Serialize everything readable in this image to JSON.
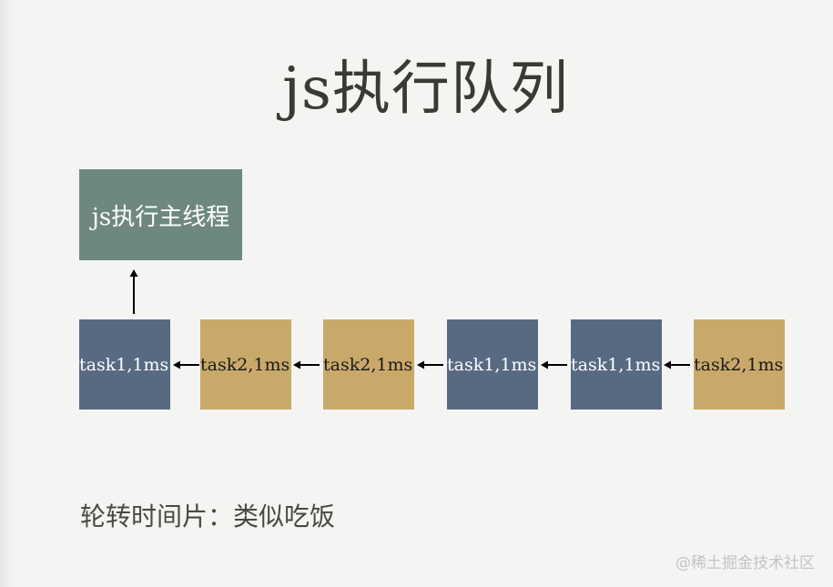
{
  "title": "js执行队列",
  "main_thread_label": "js执行主线程",
  "tasks": [
    {
      "label": "task1,1ms",
      "kind": "task1",
      "color": "#586a82"
    },
    {
      "label": "task2,1ms",
      "kind": "task2",
      "color": "#c9a96a"
    },
    {
      "label": "task2,1ms",
      "kind": "task2",
      "color": "#c9a96a"
    },
    {
      "label": "task1,1ms",
      "kind": "task1",
      "color": "#586a82"
    },
    {
      "label": "task1,1ms",
      "kind": "task1",
      "color": "#586a82"
    },
    {
      "label": "task2,1ms",
      "kind": "task2",
      "color": "#c9a96a"
    }
  ],
  "footer_text": "轮转时间片：类似吃饭",
  "watermark": "@稀土掘金技术社区",
  "colors": {
    "main_thread": "#6e8880",
    "task1": "#586a82",
    "task2": "#c9a96a",
    "background": "#f4f4f2"
  }
}
